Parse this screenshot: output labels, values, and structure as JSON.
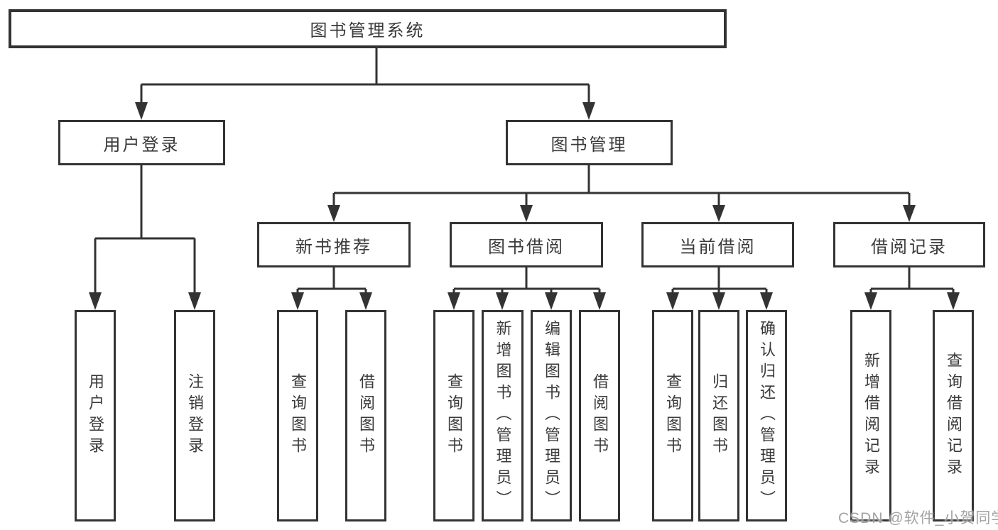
{
  "diagram": {
    "title_note": "library management system feature-decomposition diagram",
    "root": {
      "label": "图书管理系统"
    },
    "level2": [
      {
        "label": "用户登录"
      },
      {
        "label": "图书管理"
      }
    ],
    "level3": [
      {
        "label": "新书推荐"
      },
      {
        "label": "图书借阅"
      },
      {
        "label": "当前借阅"
      },
      {
        "label": "借阅记录"
      }
    ],
    "leaves": {
      "user_login": [
        "用户登录",
        "注销登录"
      ],
      "new_books": [
        "查询图书",
        "借阅图书"
      ],
      "book_borrow": [
        "查询图书",
        "新增图书（管理员）",
        "编辑图书（管理员）",
        "借阅图书"
      ],
      "current_borrow": [
        "查询图书",
        "归还图书",
        "确认归还（管理员）"
      ],
      "borrow_records": [
        "新增借阅记录",
        "查询借阅记录"
      ]
    },
    "colors": {
      "line": "#333333",
      "text": "#3a3a3a",
      "background": "#ffffff",
      "watermark": "#9b9b9e"
    }
  },
  "watermark": {
    "text": "CSDN @软件_小贺同学"
  }
}
